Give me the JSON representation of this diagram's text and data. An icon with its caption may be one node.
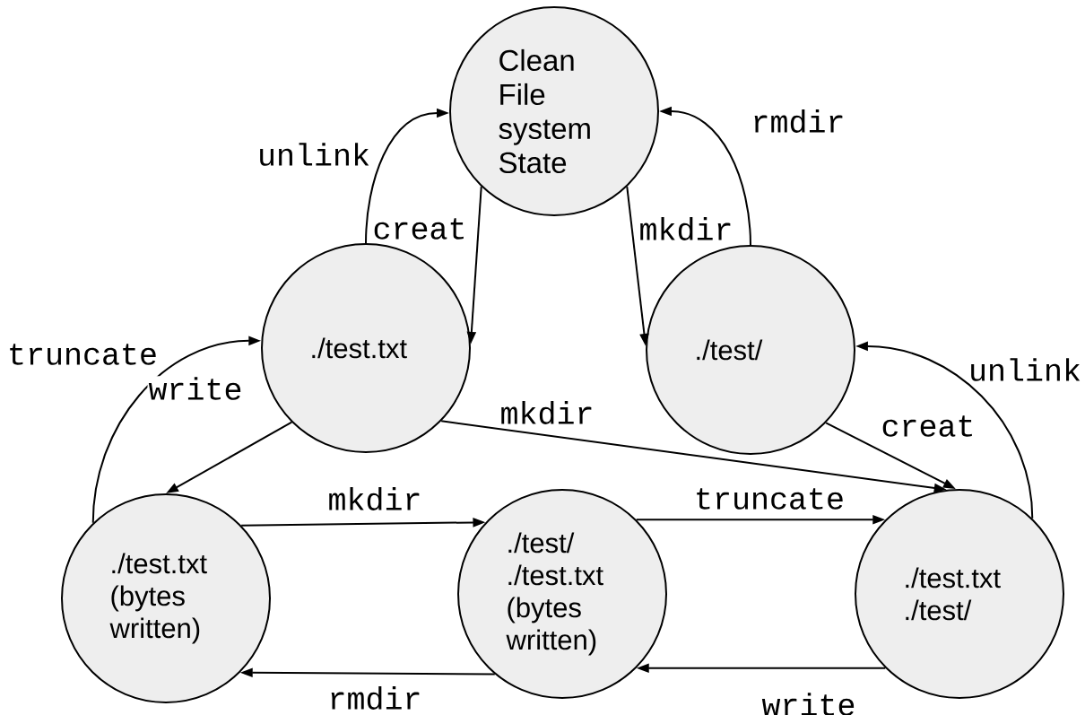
{
  "diagram": {
    "nodes": [
      {
        "text": [
          "Clean File system State"
        ]
      },
      {
        "text": [
          "./test.txt"
        ]
      },
      {
        "text": [
          "./test/"
        ]
      },
      {
        "text": [
          "./test.txt (bytes written)"
        ]
      },
      {
        "text": [
          "./test/ ./test.txt (bytes written)"
        ]
      },
      {
        "text": [
          "./test.txt ./test/"
        ]
      }
    ],
    "edges": [
      {
        "from": 1,
        "to": 0,
        "arrow": "to",
        "label": "unlink"
      },
      {
        "from": 0,
        "to": 1,
        "arrow": "to",
        "label": "creat"
      },
      {
        "from": 0,
        "to": 2,
        "arrow": "to",
        "label": "mkdir"
      },
      {
        "from": 2,
        "to": 0,
        "arrow": "to",
        "label": "rmdir"
      },
      {
        "from": 3,
        "to": 1,
        "arrow": "to",
        "label": "truncate"
      },
      {
        "from": 1,
        "to": 3,
        "arrow": "to",
        "label": "write"
      },
      {
        "from": 1,
        "to": 5,
        "arrow": "to",
        "label": "mkdir"
      },
      {
        "from": 2,
        "to": 5,
        "arrow": "to",
        "label": "creat"
      },
      {
        "from": 5,
        "to": 2,
        "arrow": "to",
        "label": "unlink"
      },
      {
        "from": 3,
        "to": 4,
        "arrow": "to",
        "label": "mkdir"
      },
      {
        "from": 4,
        "to": 5,
        "arrow": "to",
        "label": "truncate"
      },
      {
        "from": 5,
        "to": 4,
        "arrow": "to",
        "label": "write"
      },
      {
        "from": 4,
        "to": 3,
        "arrow": "to",
        "label": "rmdir"
      }
    ]
  }
}
